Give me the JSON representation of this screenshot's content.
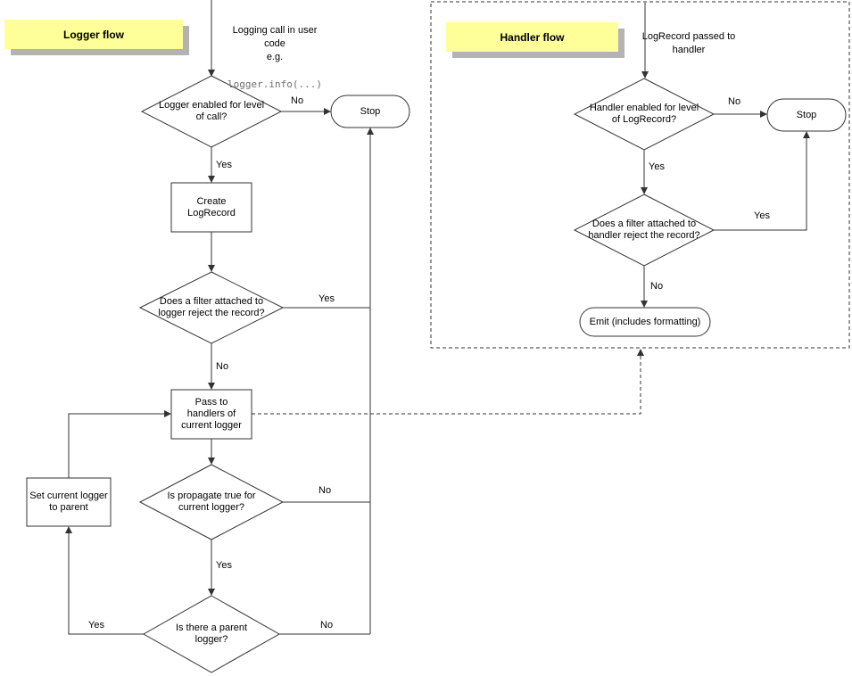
{
  "badges": {
    "logger": "Logger flow",
    "handler": "Handler flow"
  },
  "logger_flow": {
    "entry_text": "Logging call in user code\ne.g.",
    "entry_code": "logger.info(...)",
    "enabled_q": "Logger enabled for level of call?",
    "stop": "Stop",
    "create": "Create LogRecord",
    "filter_q": "Does a filter attached to logger reject the record?",
    "pass": "Pass to handlers of current logger",
    "propagate_q": "Is propagate true for current logger?",
    "parent_q": "Is there a parent logger?",
    "set_parent": "Set current logger to parent"
  },
  "handler_flow": {
    "entry_text": "LogRecord passed to handler",
    "enabled_q": "Handler enabled for level of LogRecord?",
    "stop": "Stop",
    "filter_q": "Does a filter attached to handler reject the record?",
    "emit": "Emit (includes formatting)"
  },
  "edge_labels": {
    "logger_enabled_no": "No",
    "logger_enabled_yes": "Yes",
    "logger_filter_yes": "Yes",
    "logger_filter_no": "No",
    "propagate_no": "No",
    "propagate_yes": "Yes",
    "parent_no": "No",
    "parent_yes": "Yes",
    "handler_enabled_no": "No",
    "handler_enabled_yes": "Yes",
    "handler_filter_yes": "Yes",
    "handler_filter_no": "No"
  },
  "colors": {
    "badge_bg": "#ffff99",
    "badge_shadow": "#b3b3b3",
    "stroke": "#333333"
  }
}
